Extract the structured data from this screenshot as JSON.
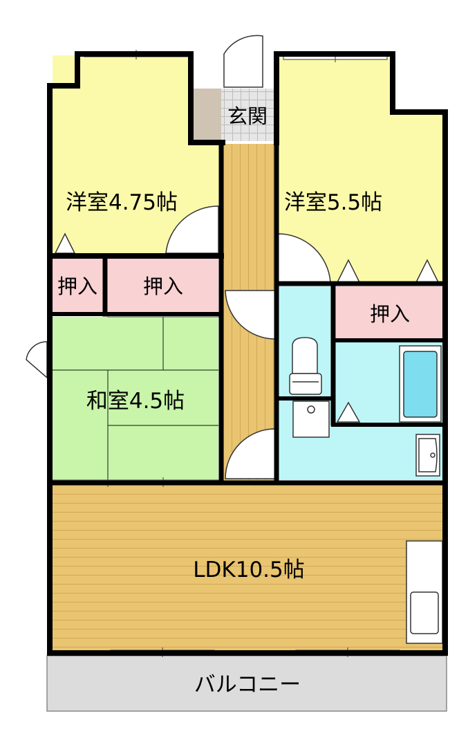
{
  "rooms": {
    "western_room_left": "洋室4.75帖",
    "western_room_right": "洋室5.5帖",
    "entrance": "玄関",
    "closet_small": "押入",
    "closet_middle": "押入",
    "closet_right": "押入",
    "japanese_room": "和室4.5帖",
    "ldk": "LDK10.5帖",
    "balcony": "バルコニー"
  },
  "colors": {
    "western_room": "#FAFAAA",
    "closet": "#F9D2D4",
    "japanese_room": "#C8F5AA",
    "flooring": "#E9C471",
    "wet_area": "#BEF6F8",
    "entrance_tile": "#DCDCDC",
    "balcony": "#DCDCDC",
    "wall": "#000000"
  }
}
